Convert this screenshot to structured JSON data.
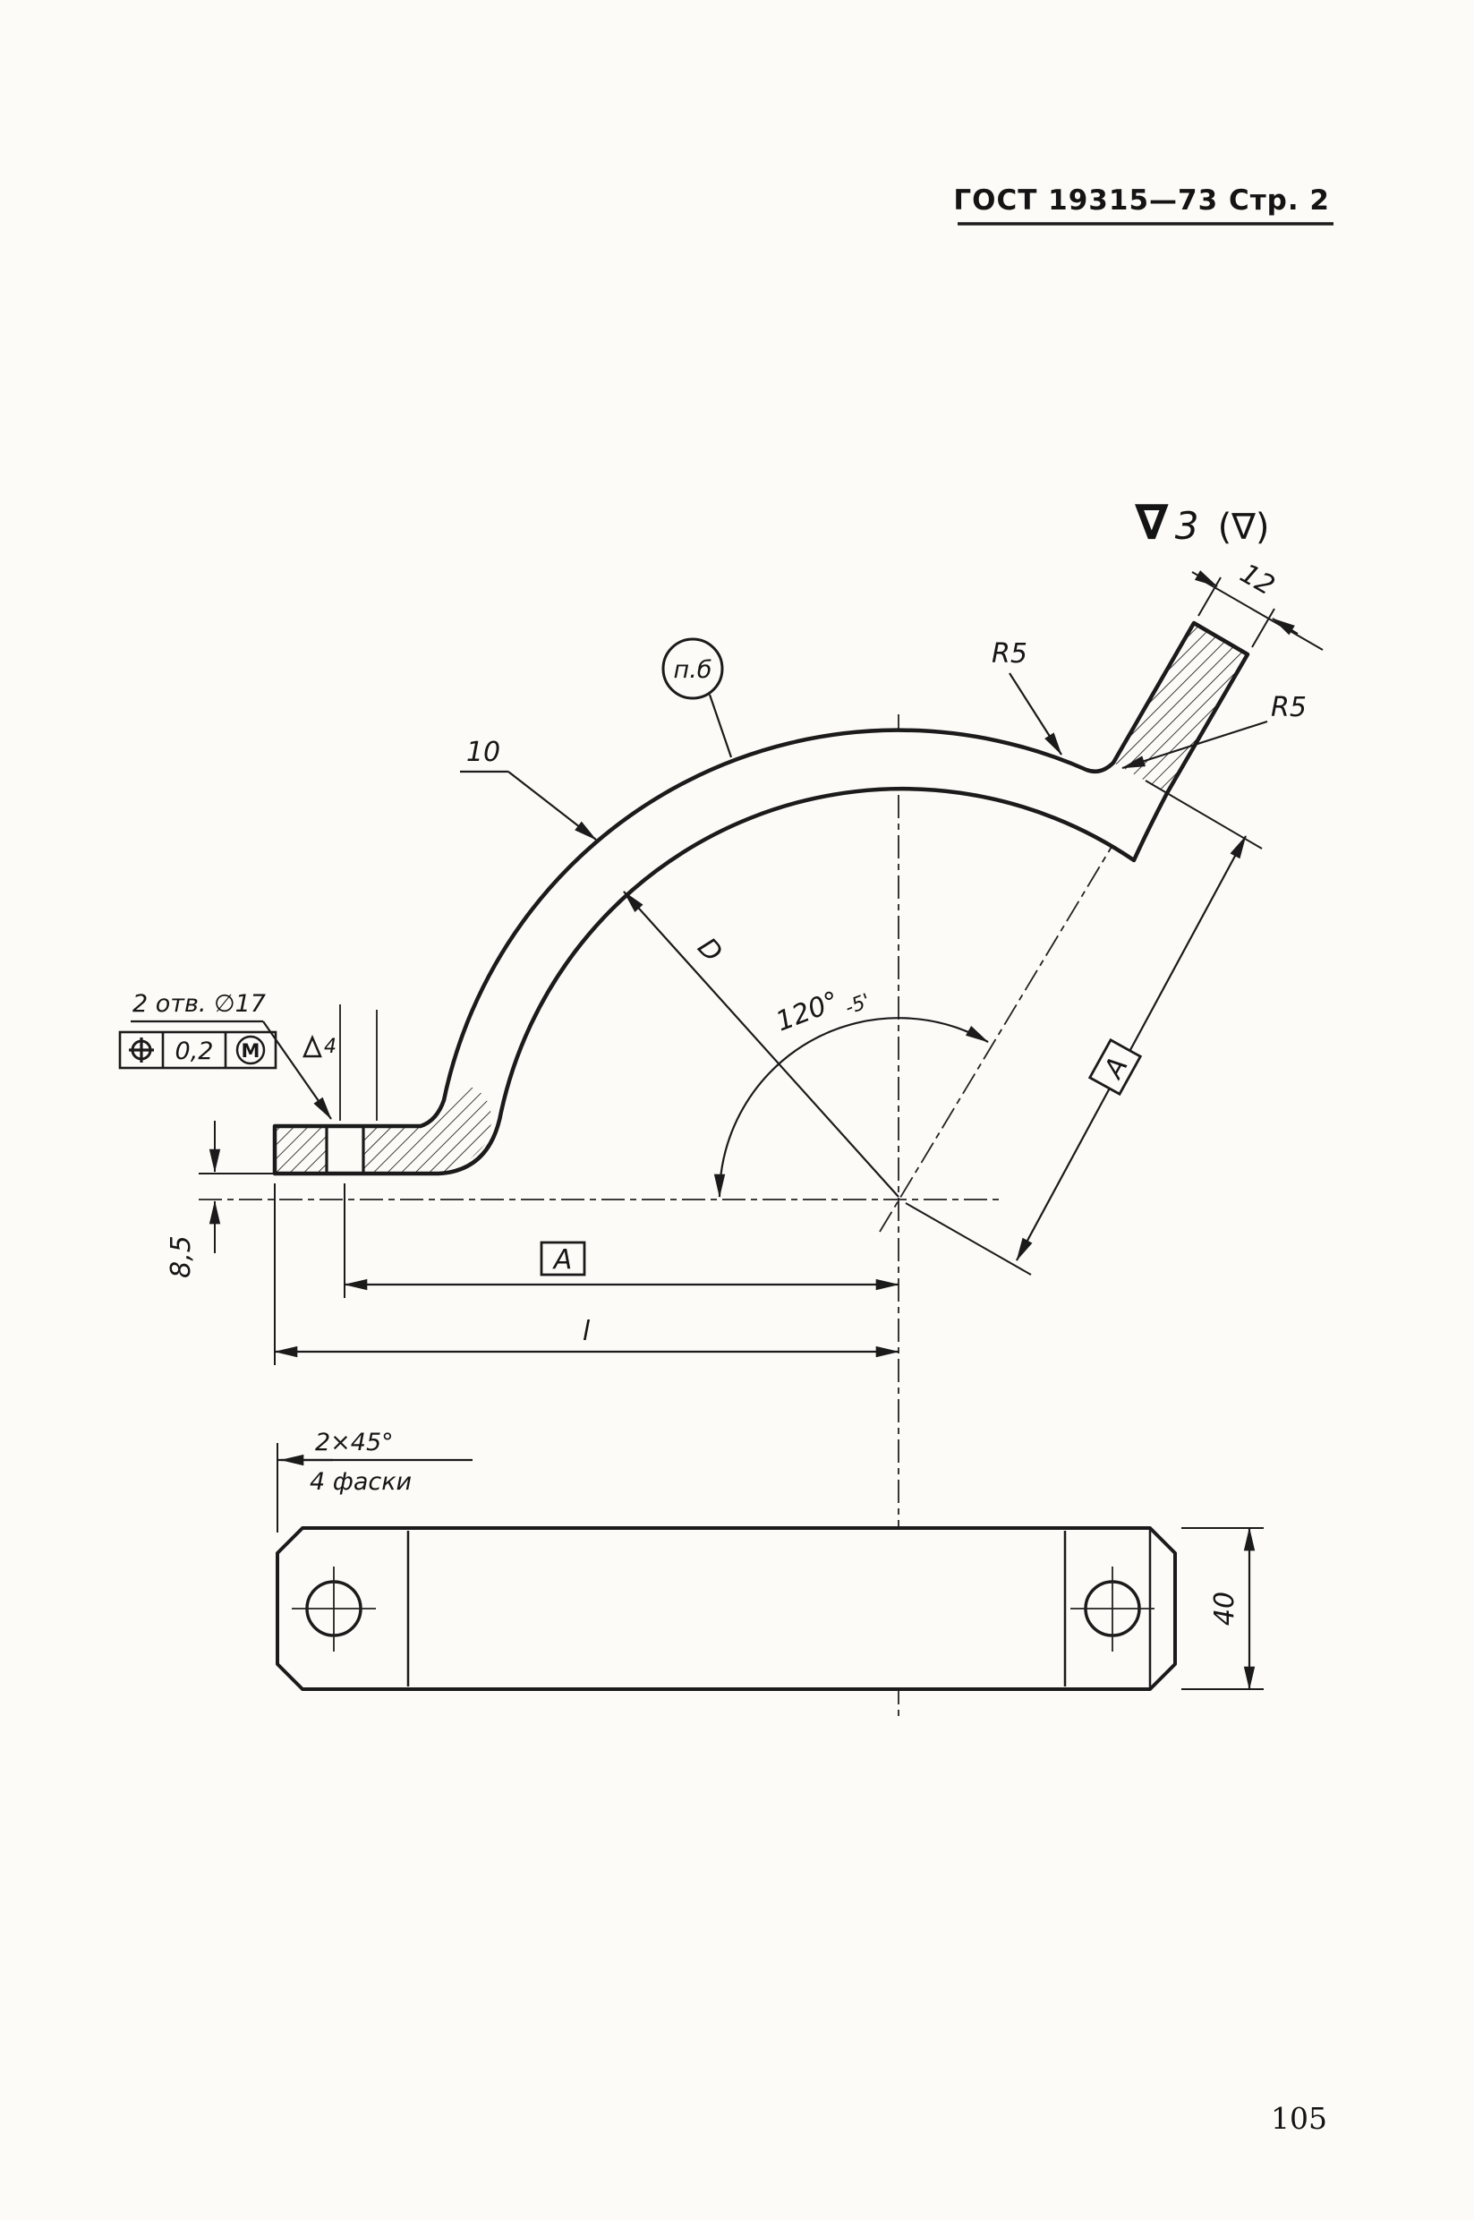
{
  "header": {
    "standard_ref": "ГОСТ 19315—73 Стр. 2"
  },
  "surface_finish": {
    "overall_mark": "∇",
    "overall_value": "3",
    "bracket": "(∇)"
  },
  "main_view": {
    "section_callout": "п.б",
    "band_thickness": "10",
    "stub_width": "12",
    "fillet_top": "R5",
    "fillet_side": "R5",
    "arc_diameter": "D",
    "angle_value": "120°",
    "angle_tolerance": "-5'",
    "arm_length_label": "A",
    "base_length_label": "A",
    "holes_note": "2 отв. ∅17",
    "position_tolerance": {
      "symbol": "position-crosshair",
      "value": "0,2",
      "modifier": "M"
    },
    "hole_roughness": {
      "mark": "∆",
      "value": "4"
    },
    "base_height": "8,5",
    "overall_length_label": "l"
  },
  "bottom_view": {
    "chamfer_size": "2×45°",
    "chamfer_count_note": "4 фаски",
    "strip_width": "40"
  },
  "footer": {
    "page_number": "105"
  }
}
